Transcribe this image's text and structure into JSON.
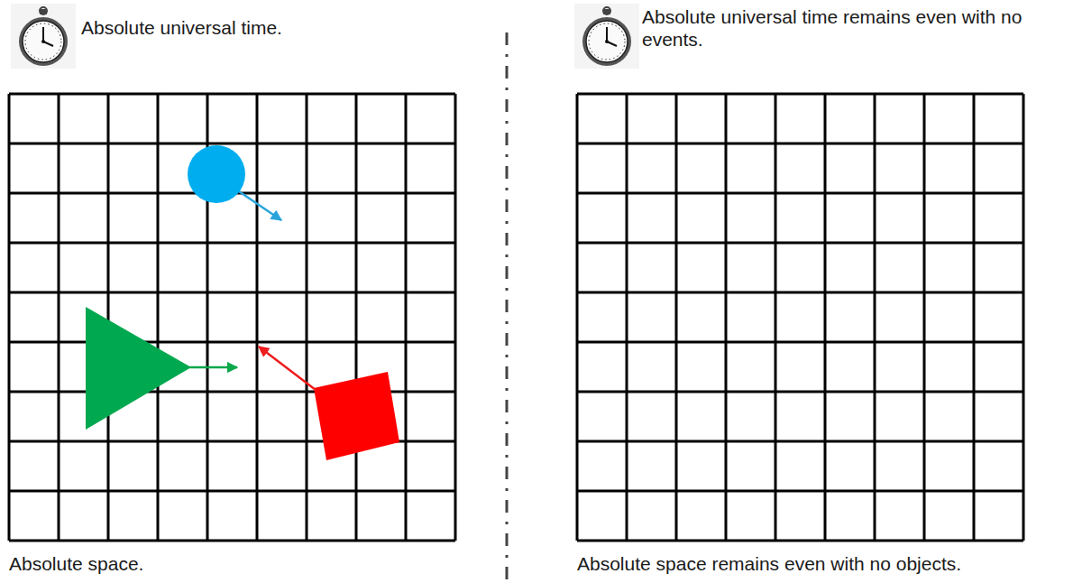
{
  "diagram": {
    "labels": [
      "Absolute universal time.",
      "Absolute universal time remains even with no events.",
      "Absolute space.",
      "Absolute space remains even with no objects."
    ]
  }
}
